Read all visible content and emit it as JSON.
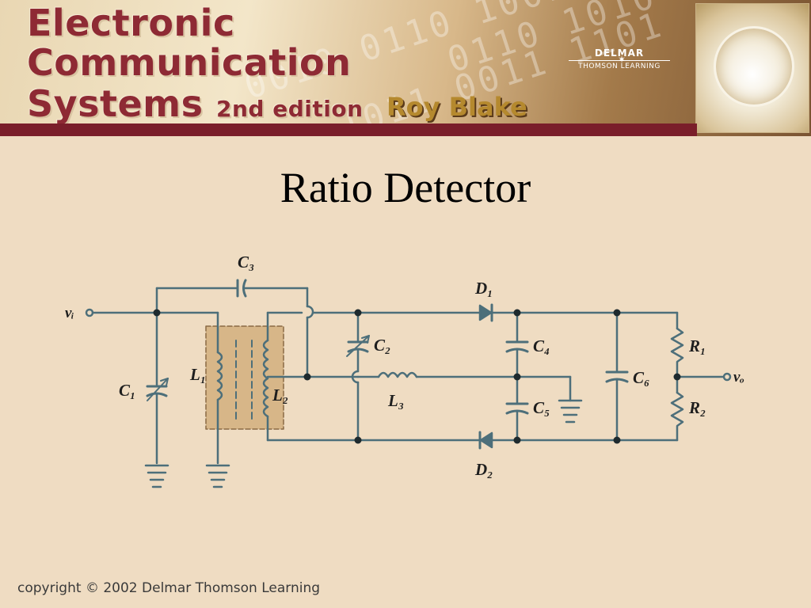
{
  "banner": {
    "title_line1": "Electronic",
    "title_line2": "Communication",
    "title_line3": "Systems",
    "edition": "2nd edition",
    "author": "Roy Blake",
    "publisher_name": "DELMAR",
    "publisher_sub": "THOMSON LEARNING"
  },
  "slide": {
    "title": "Ratio Detector"
  },
  "circuit": {
    "labels": {
      "vi": "vᵢ",
      "vo": "vₒ",
      "C1": "C₁",
      "C2": "C₂",
      "C3": "C₃",
      "C4": "C₄",
      "C5": "C₅",
      "C6": "C₆",
      "L1": "L₁",
      "L2": "L₂",
      "L3": "L₃",
      "D1": "D₁",
      "D2": "D₂",
      "R1": "R₁",
      "R2": "R₂"
    },
    "colors": {
      "wire": "#4d6f7a",
      "transformer_box": "#d7b688"
    }
  },
  "footer": {
    "copyright": "copyright © 2002 Delmar Thomson Learning"
  }
}
